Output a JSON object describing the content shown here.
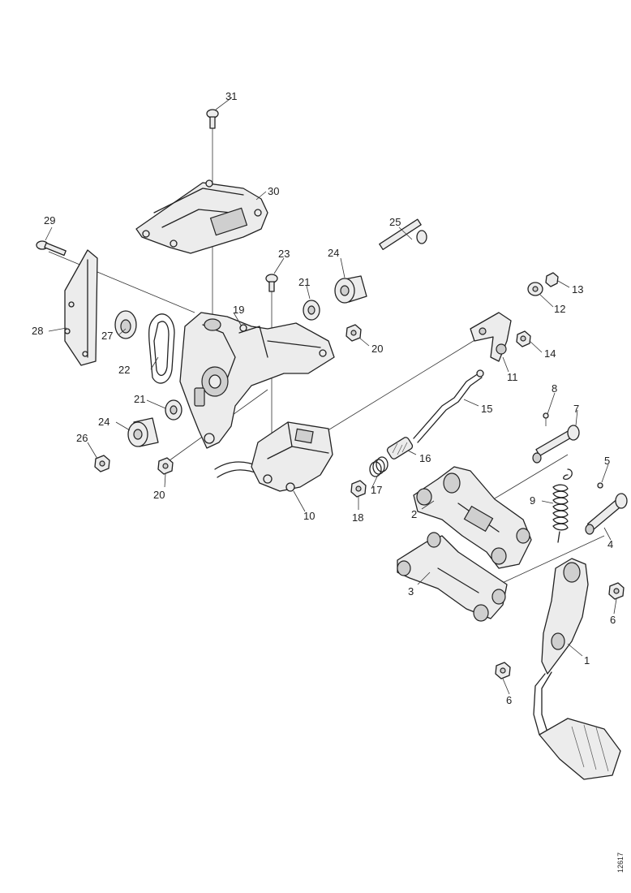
{
  "figure_ref": "12617",
  "callouts": [
    {
      "id": "1",
      "label": "1"
    },
    {
      "id": "2",
      "label": "2"
    },
    {
      "id": "3",
      "label": "3"
    },
    {
      "id": "4",
      "label": "4"
    },
    {
      "id": "5",
      "label": "5"
    },
    {
      "id": "6a",
      "label": "6"
    },
    {
      "id": "6b",
      "label": "6"
    },
    {
      "id": "7",
      "label": "7"
    },
    {
      "id": "8",
      "label": "8"
    },
    {
      "id": "9",
      "label": "9"
    },
    {
      "id": "10",
      "label": "10"
    },
    {
      "id": "11",
      "label": "11"
    },
    {
      "id": "12",
      "label": "12"
    },
    {
      "id": "13",
      "label": "13"
    },
    {
      "id": "14",
      "label": "14"
    },
    {
      "id": "15",
      "label": "15"
    },
    {
      "id": "16",
      "label": "16"
    },
    {
      "id": "17",
      "label": "17"
    },
    {
      "id": "18",
      "label": "18"
    },
    {
      "id": "19",
      "label": "19"
    },
    {
      "id": "20a",
      "label": "20"
    },
    {
      "id": "20b",
      "label": "20"
    },
    {
      "id": "21a",
      "label": "21"
    },
    {
      "id": "21b",
      "label": "21"
    },
    {
      "id": "22",
      "label": "22"
    },
    {
      "id": "23",
      "label": "23"
    },
    {
      "id": "24a",
      "label": "24"
    },
    {
      "id": "24b",
      "label": "24"
    },
    {
      "id": "25",
      "label": "25"
    },
    {
      "id": "26",
      "label": "26"
    },
    {
      "id": "27",
      "label": "27"
    },
    {
      "id": "28",
      "label": "28"
    },
    {
      "id": "29",
      "label": "29"
    },
    {
      "id": "30",
      "label": "30"
    },
    {
      "id": "31",
      "label": "31"
    }
  ]
}
